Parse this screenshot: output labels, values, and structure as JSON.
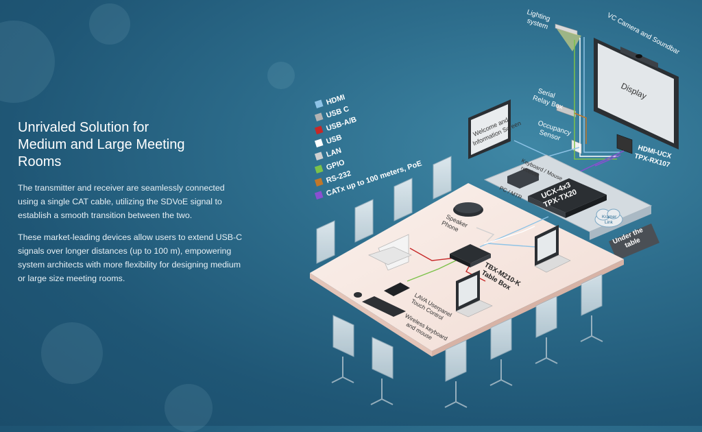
{
  "text_panel": {
    "heading_lines": [
      "Unrivaled Solution for",
      "Medium and Large Meeting",
      "Rooms"
    ],
    "paragraph_1": "The transmitter and receiver are seamlessly connected using a single CAT cable, utilizing the SDVoE signal to establish a smooth transition between the two.",
    "paragraph_2": "These market-leading devices allow users to extend USB-C signals over longer distances (up to 100 m), empowering system architects with more flexibility for designing medium or large size meeting rooms."
  },
  "legend": [
    {
      "label": "HDMI",
      "color": "#8ec3e6"
    },
    {
      "label": "USB C",
      "color": "#b3b3b3"
    },
    {
      "label": "USB-A/B",
      "color": "#c62828"
    },
    {
      "label": "USB",
      "color": "#ffffff"
    },
    {
      "label": "LAN",
      "color": "#d0d0d0"
    },
    {
      "label": "GPIO",
      "color": "#7cc24a"
    },
    {
      "label": "RS-232",
      "color": "#c0772a"
    },
    {
      "label": "CATx up to 100 meters, PoE",
      "color": "#8a4fd1"
    }
  ],
  "diagram_labels": {
    "lighting": [
      "Lighting",
      "system"
    ],
    "vc_camera": "VC Camera and Soundbar",
    "display": "Display",
    "relay": [
      "Serial",
      "Relay Box"
    ],
    "welcome": [
      "Welcome and",
      "Information Screen"
    ],
    "occupancy": [
      "Occupancy",
      "Sensor"
    ],
    "receiver": [
      "HDMI-UCX",
      "TPX-RX107"
    ],
    "keyboard_receiver": [
      "Keyboard / Mouse",
      "receiver"
    ],
    "pc": "PC / MTR",
    "transmitter": [
      "UCX-4x3",
      "TPX-TX20"
    ],
    "cloud": [
      "Kramer",
      "Link"
    ],
    "under_table": [
      "Under the",
      "table"
    ],
    "speaker": [
      "Speaker",
      "Phone"
    ],
    "table_box": [
      "TBX-M210-K",
      "Table Box"
    ],
    "touch": [
      "LAVA Userpanel",
      "Touch Control"
    ],
    "wireless": [
      "Wireless keyboard",
      "and mouse"
    ]
  }
}
